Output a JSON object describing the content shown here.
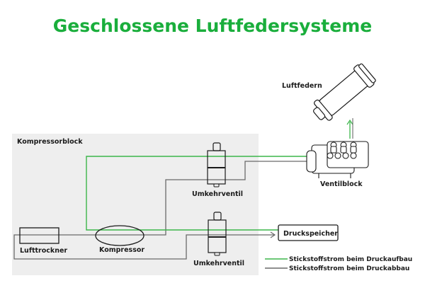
{
  "title": "Geschlossene Luftfedersysteme",
  "colors": {
    "title": "#1aae3c",
    "green_flow": "#3cb54a",
    "gray_flow": "#6a6a6a",
    "block_bg": "#eeeeee",
    "outline": "#1a1a1a"
  },
  "components": {
    "compressor_block": "Kompressorblock",
    "air_dryer": "Lufttrockner",
    "compressor": "Kompressor",
    "reversing_valve_upper": "Umkehrventil",
    "reversing_valve_lower": "Umkehrventil",
    "pressure_reservoir": "Druckspeicher",
    "valve_block": "Ventilblock",
    "air_springs": "Luftfedern"
  },
  "legend": [
    {
      "label": "Stickstoffstrom beim Druckaufbau",
      "color": "#3cb54a"
    },
    {
      "label": "Stickstoffstrom beim Druckabbau",
      "color": "#6a6a6a"
    }
  ]
}
